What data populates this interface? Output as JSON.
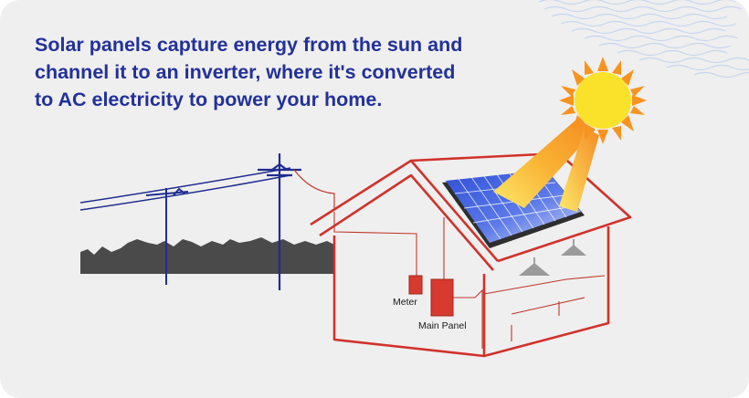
{
  "headline": {
    "line1": "Solar panels capture energy from the sun and",
    "line2": "channel it to an inverter, where it's converted",
    "line3": "to AC electricity to power your home."
  },
  "labels": {
    "meter": "Meter",
    "main_panel": "Main Panel"
  },
  "colors": {
    "background": "#efefef",
    "headline": "#22319a",
    "house_outline": "#d1322b",
    "wire": "#c0392b",
    "pole": "#1f2d8f",
    "sun": "#fbe22a",
    "sun_rays": "#f7931e",
    "panel": "#3b5bd6",
    "ground": "#4a4a4a",
    "decor_lines": "#c7d6ef"
  },
  "icons": {
    "sun": "sun-icon",
    "solar_panel": "solar-panel-icon",
    "utility_pole": "utility-pole-icon",
    "meter": "meter-icon",
    "main_panel": "main-panel-icon",
    "ceiling_light": "ceiling-light-icon"
  }
}
